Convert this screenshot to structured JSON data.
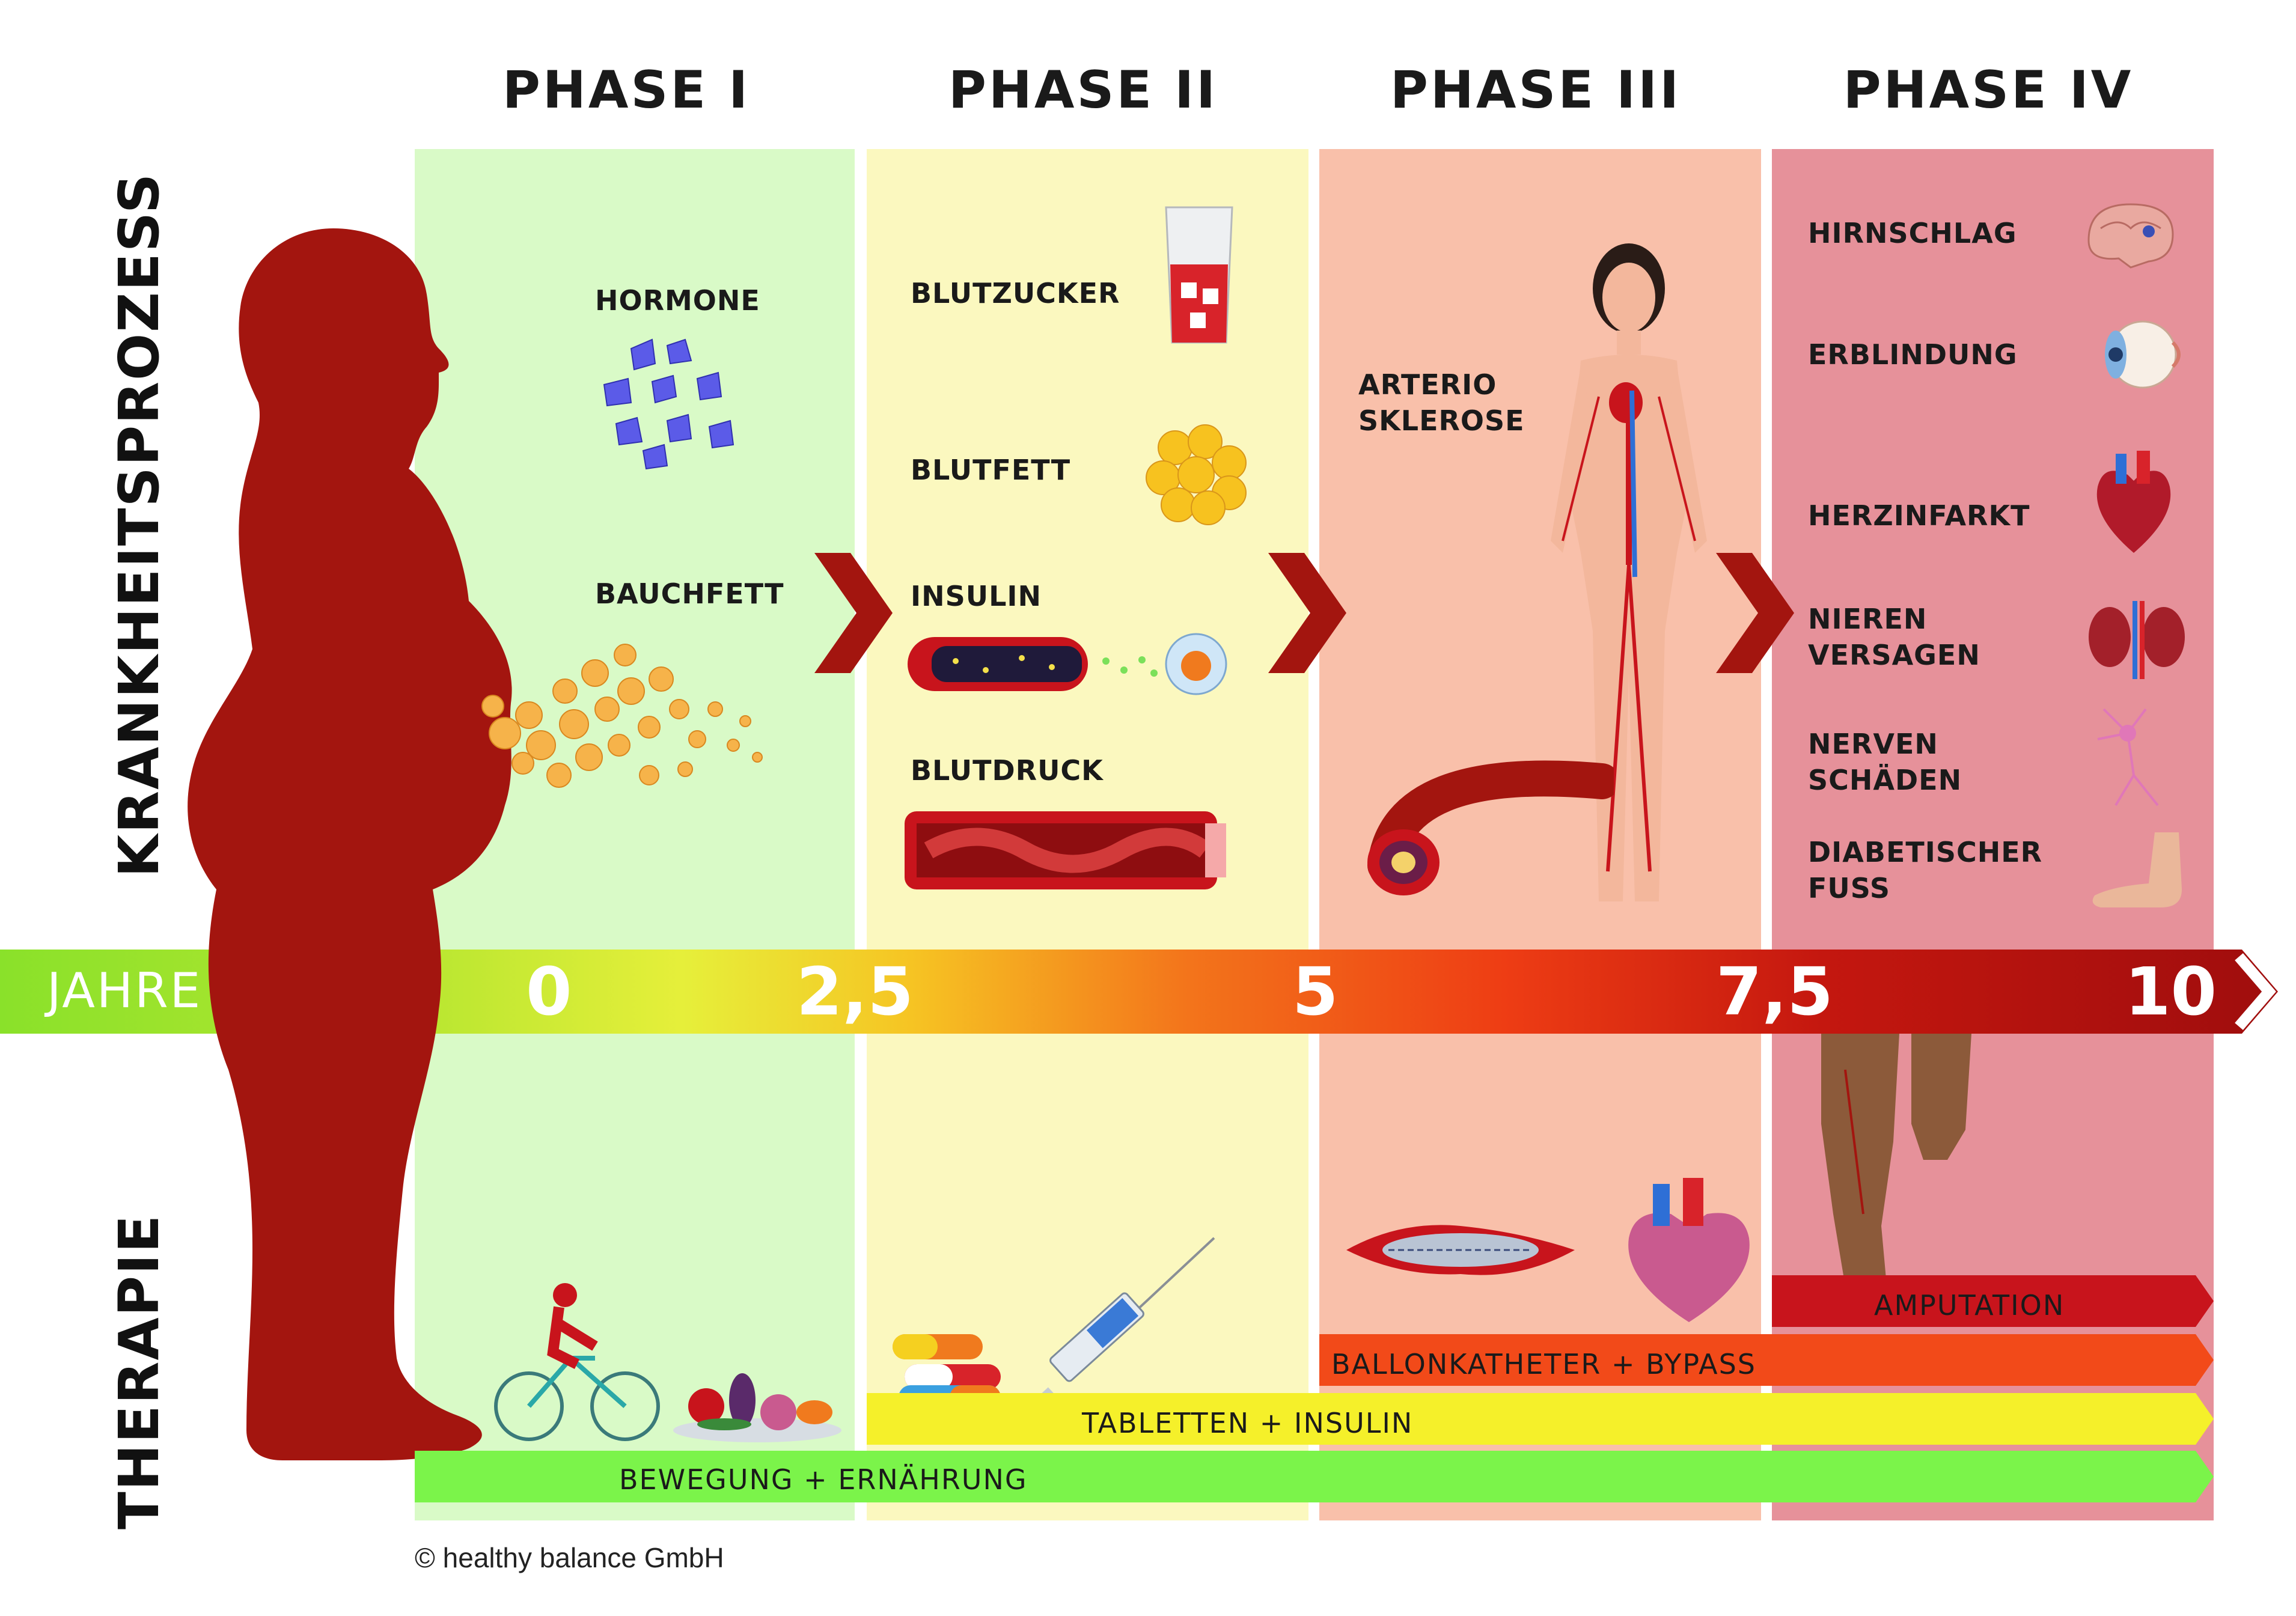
{
  "side_labels": {
    "top": "KRANKHEITSPROZESS",
    "bottom": "THERAPIE"
  },
  "phases": [
    {
      "title": "PHASE I",
      "color": "#d9fac7"
    },
    {
      "title": "PHASE II",
      "color": "#fbf8bf"
    },
    {
      "title": "PHASE III",
      "color": "#f9c0aa"
    },
    {
      "title": "PHASE IV",
      "color": "#e6919a"
    }
  ],
  "phase1": {
    "item1": "HORMONE",
    "item2": "BAUCHFETT"
  },
  "phase2": {
    "item1": "BLUTZUCKER",
    "item2": "BLUTFETT",
    "item3": "INSULIN",
    "item4": "BLUTDRUCK"
  },
  "phase3": {
    "line1": "ARTERIO",
    "line2": "SKLEROSE"
  },
  "phase4": {
    "items": [
      {
        "line1": "HIRNSCHLAG",
        "line2": ""
      },
      {
        "line1": "ERBLINDUNG",
        "line2": ""
      },
      {
        "line1": "HERZINFARKT",
        "line2": ""
      },
      {
        "line1": "NIEREN",
        "line2": "VERSAGEN"
      },
      {
        "line1": "NERVEN",
        "line2": "SCHÄDEN"
      },
      {
        "line1": "DIABETISCHER",
        "line2": "FUSS"
      }
    ]
  },
  "timeline": {
    "label": "JAHRE",
    "ticks": [
      "0",
      "2,5",
      "5",
      "7,5",
      "10"
    ]
  },
  "therapy": {
    "amputation": "AMPUTATION",
    "ballon": "BALLONKATHETER + BYPASS",
    "tabletten": "TABLETTEN + INSULIN",
    "bewegung": "BEWEGUNG + ERNÄHRUNG"
  },
  "colors": {
    "silhouette": "#a3150f",
    "chevron": "#a3150f",
    "bar_amputation": "#c8141c",
    "bar_ballon": "#f24a19",
    "bar_tabletten": "#f5f02a",
    "bar_bewegung": "#7bf44a"
  },
  "copyright": "© healthy balance GmbH"
}
